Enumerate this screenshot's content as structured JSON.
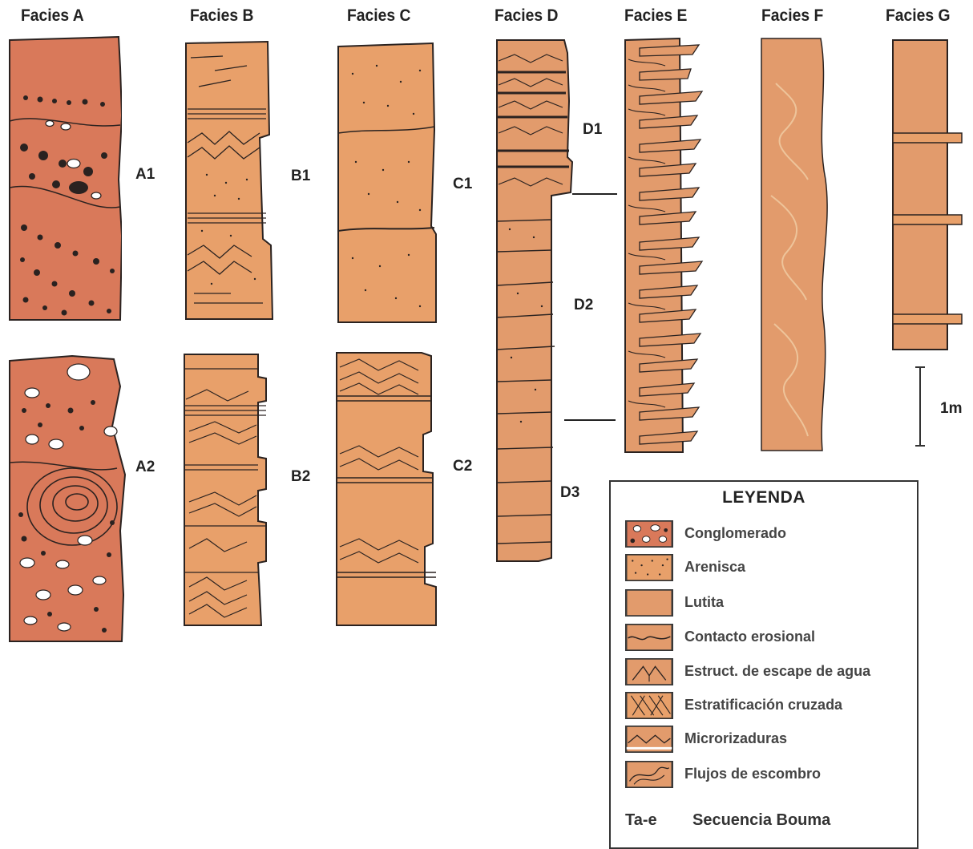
{
  "figure": {
    "facies_titles": [
      "Facies A",
      "Facies B",
      "Facies C",
      "Facies D",
      "Facies E",
      "Facies F",
      "Facies G"
    ],
    "sublabels": {
      "a1": "A1",
      "a2": "A2",
      "b1": "B1",
      "b2": "B2",
      "c1": "C1",
      "c2": "C2",
      "d1": "D1",
      "d2": "D2",
      "d3": "D3"
    },
    "scale_label": "1m"
  },
  "legend": {
    "title": "LEYENDA",
    "items": [
      {
        "label": "Conglomerado",
        "icon": "conglomerate-swatch"
      },
      {
        "label": "Arenisca",
        "icon": "sandstone-swatch"
      },
      {
        "label": "Lutita",
        "icon": "shale-swatch"
      },
      {
        "label": "Contacto erosional",
        "icon": "erosional-contact-swatch"
      },
      {
        "label": "Estruct. de escape de agua",
        "icon": "water-escape-swatch"
      },
      {
        "label": "Estratificación cruzada",
        "icon": "cross-bedding-swatch"
      },
      {
        "label": "Microrizaduras",
        "icon": "micro-ripples-swatch"
      },
      {
        "label": "Flujos de escombro",
        "icon": "debris-flow-swatch"
      }
    ],
    "bouma_code": "Ta-e",
    "bouma_label": "Secuencia Bouma"
  },
  "colors": {
    "conglomerate": "#d9795a",
    "sandstone": "#e8a06a",
    "shale": "#e29b6c",
    "outline": "#2a2220"
  }
}
